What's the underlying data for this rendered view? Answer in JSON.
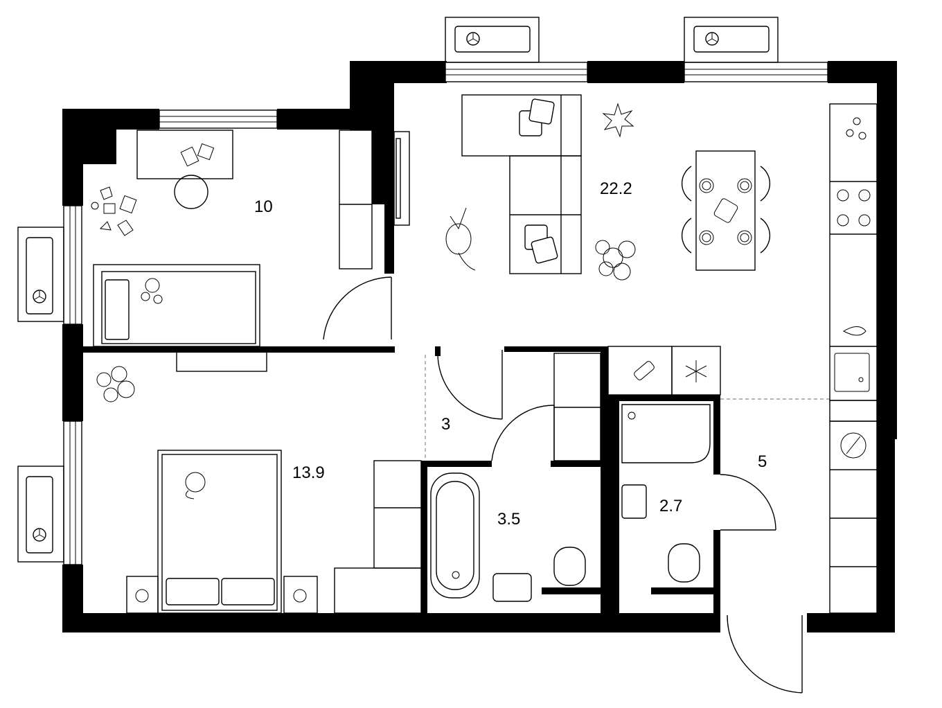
{
  "floor_plan": {
    "rooms": [
      {
        "id": "children-room",
        "area": "10"
      },
      {
        "id": "living-kitchen",
        "area": "22.2"
      },
      {
        "id": "hallway",
        "area": "3"
      },
      {
        "id": "bedroom",
        "area": "13.9"
      },
      {
        "id": "bathroom",
        "area": "3.5"
      },
      {
        "id": "toilet",
        "area": "2.7"
      },
      {
        "id": "entrance",
        "area": "5"
      }
    ],
    "colors": {
      "wall": "#000000",
      "background": "#ffffff",
      "dashed_divider": "#888888"
    }
  }
}
